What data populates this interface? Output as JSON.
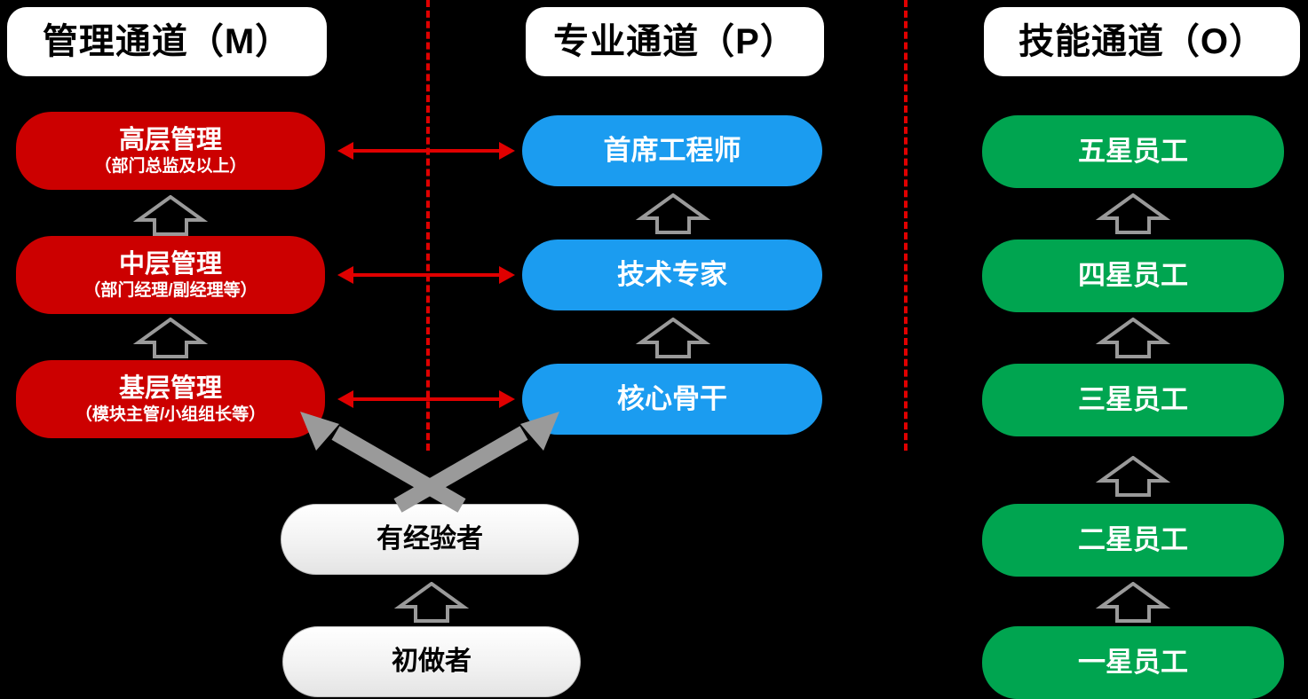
{
  "diagram": {
    "title_headers": [
      {
        "id": "m",
        "label": "管理通道（M）"
      },
      {
        "id": "p",
        "label": "专业通道（P）"
      },
      {
        "id": "o",
        "label": "技能通道（O）"
      }
    ],
    "colors": {
      "management": "#cc0000",
      "professional": "#1b9cf0",
      "skill": "#00a550",
      "background": "#000000",
      "divider": "#e00000",
      "arrow_grey": "#9a9a9a",
      "header_bg": "#ffffff"
    },
    "columns": {
      "management": {
        "levels": [
          {
            "main": "高层管理",
            "sub": "（部门总监及以上）"
          },
          {
            "main": "中层管理",
            "sub": "（部门经理/副经理等）"
          },
          {
            "main": "基层管理",
            "sub": "（模块主管/小组组长等）"
          }
        ]
      },
      "professional": {
        "levels": [
          {
            "main": "首席工程师",
            "sub": ""
          },
          {
            "main": "技术专家",
            "sub": ""
          },
          {
            "main": "核心骨干",
            "sub": ""
          }
        ]
      },
      "skill": {
        "levels": [
          {
            "main": "五星员工",
            "sub": ""
          },
          {
            "main": "四星员工",
            "sub": ""
          },
          {
            "main": "三星员工",
            "sub": ""
          },
          {
            "main": "二星员工",
            "sub": ""
          },
          {
            "main": "一星员工",
            "sub": ""
          }
        ]
      }
    },
    "entry_nodes": [
      {
        "id": "experienced",
        "label": "有经验者"
      },
      {
        "id": "beginner",
        "label": "初做者"
      }
    ]
  }
}
